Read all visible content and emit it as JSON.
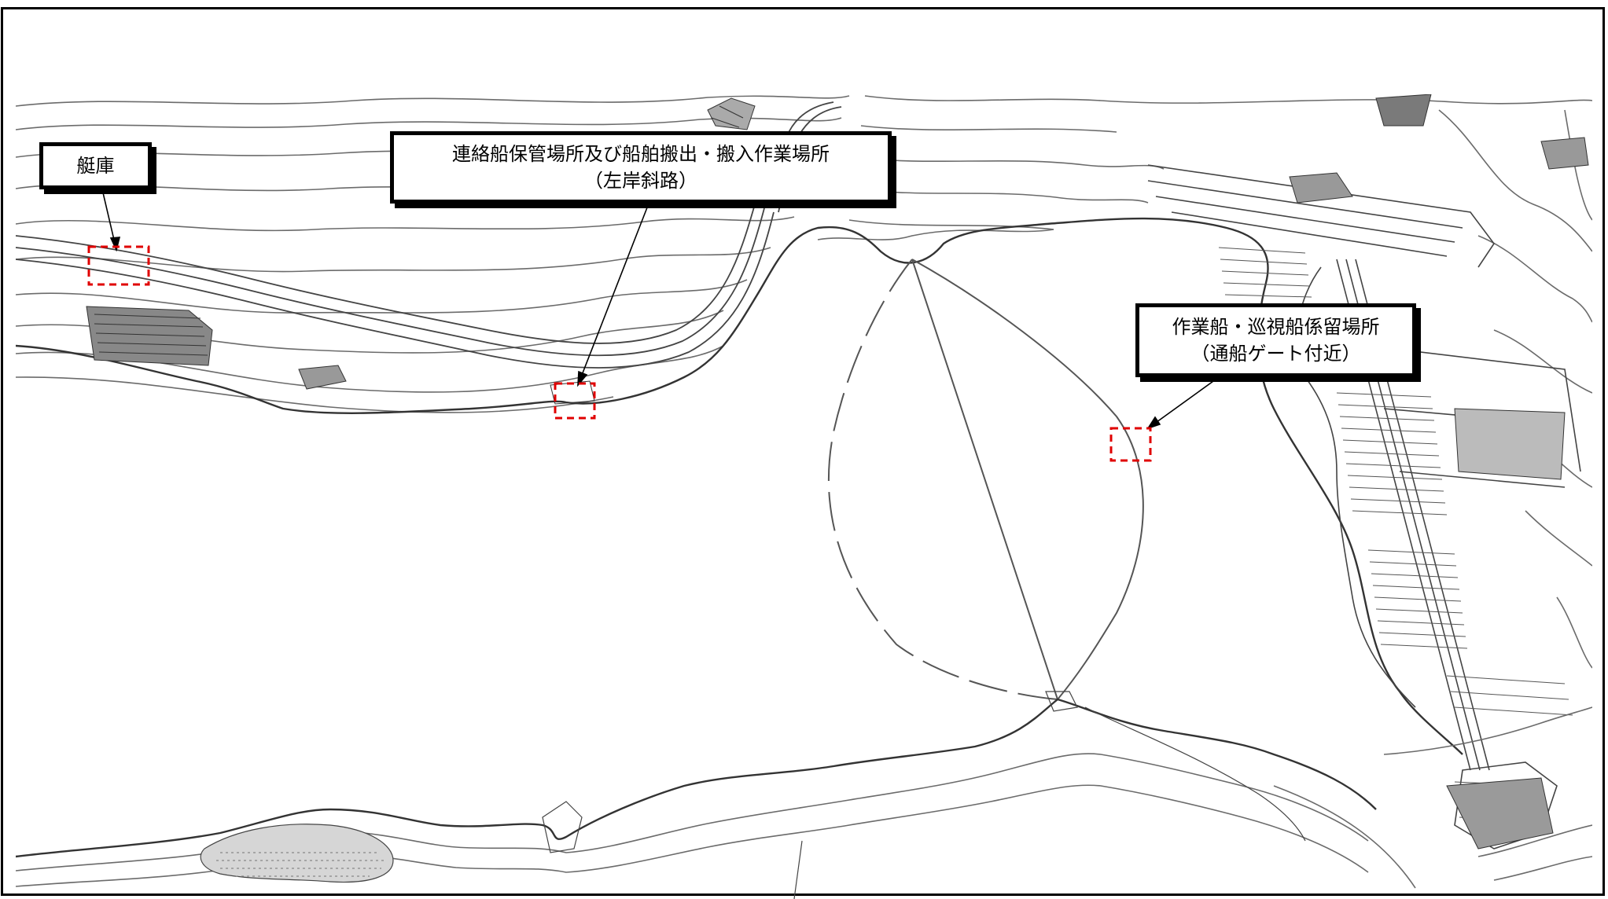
{
  "labels": {
    "boathouse": "艇庫",
    "left_slope_line1": "連絡船保管場所及び船舶搬出・搬入作業場所",
    "left_slope_line2": "（左岸斜路）",
    "mooring_line1": "作業船・巡視船係留場所",
    "mooring_line2": "（通船ゲート付近）"
  },
  "colors": {
    "frame": "#000000",
    "contour": "#6b6b6b",
    "marker": "#e00000",
    "callout_border": "#000000",
    "callout_fill": "#ffffff"
  },
  "markers": [
    {
      "name": "boathouse-location-marker",
      "style": "dashed-red-box"
    },
    {
      "name": "left-slope-location-marker",
      "style": "dashed-red-box"
    },
    {
      "name": "mooring-location-marker",
      "style": "dashed-red-box"
    }
  ]
}
